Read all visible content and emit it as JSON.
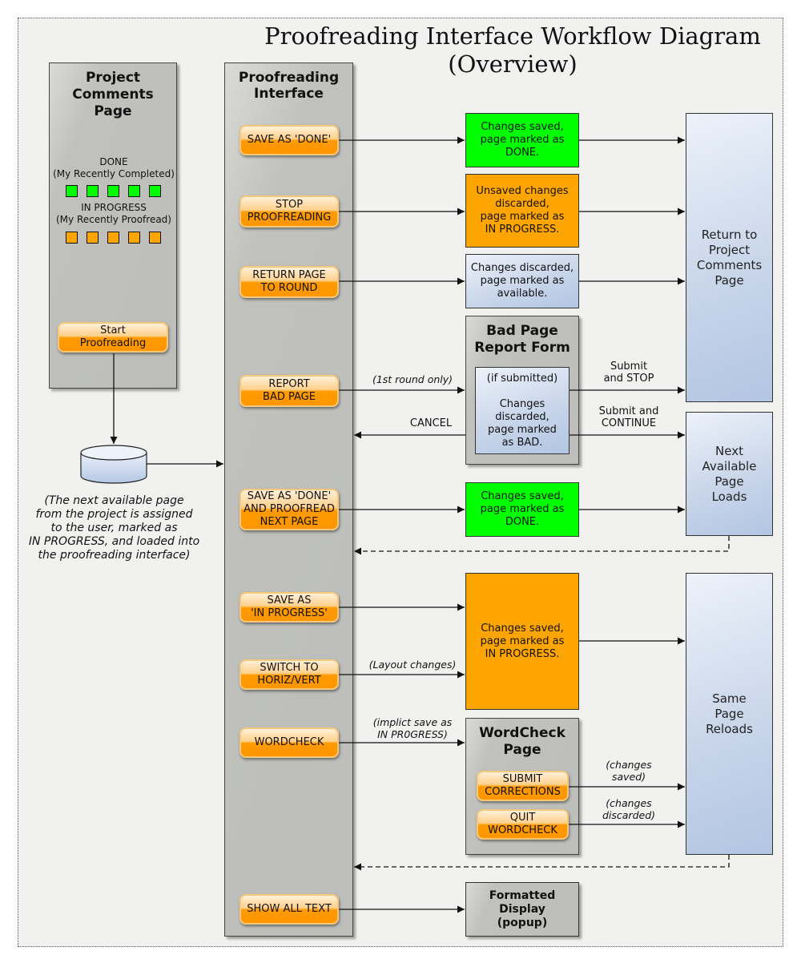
{
  "title": "Proofreading Interface Workflow Diagram\n(Overview)",
  "project_comments": {
    "title": "Project\nComments\nPage",
    "done_label": "DONE\n(My Recently Completed)",
    "in_progress_label": "IN PROGRESS\n(My Recently Proofread)",
    "done_color": "#00ff00",
    "in_progress_color": "#ffa500",
    "start_button": "Start\nProofreading"
  },
  "database_note": "(The next available page\nfrom the project is assigned\nto the user, marked as\nIN PROGRESS, and loaded into\nthe proofreading interface)",
  "proofreading_interface": {
    "title": "Proofreading\nInterface",
    "buttons": [
      "SAVE AS 'DONE'",
      "STOP\nPROOFREADING",
      "RETURN PAGE\nTO ROUND",
      "REPORT\nBAD PAGE",
      "SAVE AS 'DONE'\nAND PROOFREAD\nNEXT PAGE",
      "SAVE AS\n'IN PROGRESS'",
      "SWITCH TO\nHORIZ/VERT",
      "WORDCHECK",
      "SHOW ALL TEXT"
    ]
  },
  "results": {
    "saved_done_1": "Changes saved,\npage marked as\nDONE.",
    "unsaved_discarded": "Unsaved changes\ndiscarded,\npage marked as\nIN PROGRESS.",
    "discarded_available": "Changes discarded,\npage marked as\navailable.",
    "saved_done_2": "Changes saved,\npage marked as\nDONE.",
    "saved_in_progress": "Changes saved,\npage marked as\nIN PROGRESS.",
    "formatted_display": "Formatted\nDisplay\n(popup)"
  },
  "bad_page_form": {
    "title": "Bad Page\nReport Form",
    "inner": "(if submitted)\n\nChanges\ndiscarded,\npage marked\nas BAD."
  },
  "wordcheck_page": {
    "title": "WordCheck\nPage",
    "submit_button": "SUBMIT\nCORRECTIONS",
    "quit_button": "QUIT\nWORDCHECK"
  },
  "destinations": {
    "return_project": "Return to\nProject\nComments\nPage",
    "next_page": "Next\nAvailable\nPage\nLoads",
    "same_page": "Same\nPage\nReloads"
  },
  "edge_labels": {
    "first_round": "(1st round only)",
    "cancel": "CANCEL",
    "submit_stop": "Submit\nand STOP",
    "submit_continue": "Submit and\nCONTINUE",
    "layout_changes": "(Layout changes)",
    "implicit_save": "(implict save as\nIN PR0GRESS)",
    "changes_saved": "(changes\nsaved)",
    "changes_discarded": "(changes\ndiscarded)"
  }
}
